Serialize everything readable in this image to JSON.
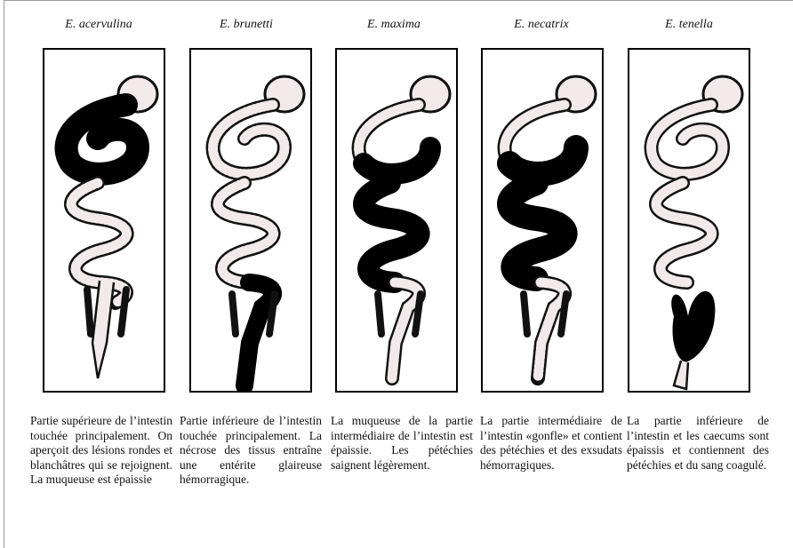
{
  "columns": [
    {
      "species": "E. acervulina",
      "description": "Partie supérieure de l’intestin touchée principalement. On aperçoit des lésions rondes et blanchâtres qui se rejoignent. La muqueuse est épaissie",
      "affected_region": "upper"
    },
    {
      "species": "E. brunetti",
      "description": "Partie inférieure de l’intestin touchée principalement. La nécrose des tissus entraîne une entérite glaireuse hémorragique.",
      "affected_region": "lower"
    },
    {
      "species": "E. maxima",
      "description": "La muqueuse de la partie intermédiaire de l’intestin est épaissie. Les pétéchies saignent légèrement.",
      "affected_region": "middle"
    },
    {
      "species": "E. necatrix",
      "description": "La partie intermédiaire de l’intestin «gonfle» et contient des pétéchies et des exsudats hémorragiques.",
      "affected_region": "middle"
    },
    {
      "species": "E. tenella",
      "description": "La partie inférieure de l’intestin et les caecums sont épaissis et contiennent des pétéchies et du sang coagulé.",
      "affected_region": "caeca"
    }
  ],
  "colors": {
    "lesion": "#000000",
    "tissue": "#f2eaea",
    "outline": "#111111"
  }
}
